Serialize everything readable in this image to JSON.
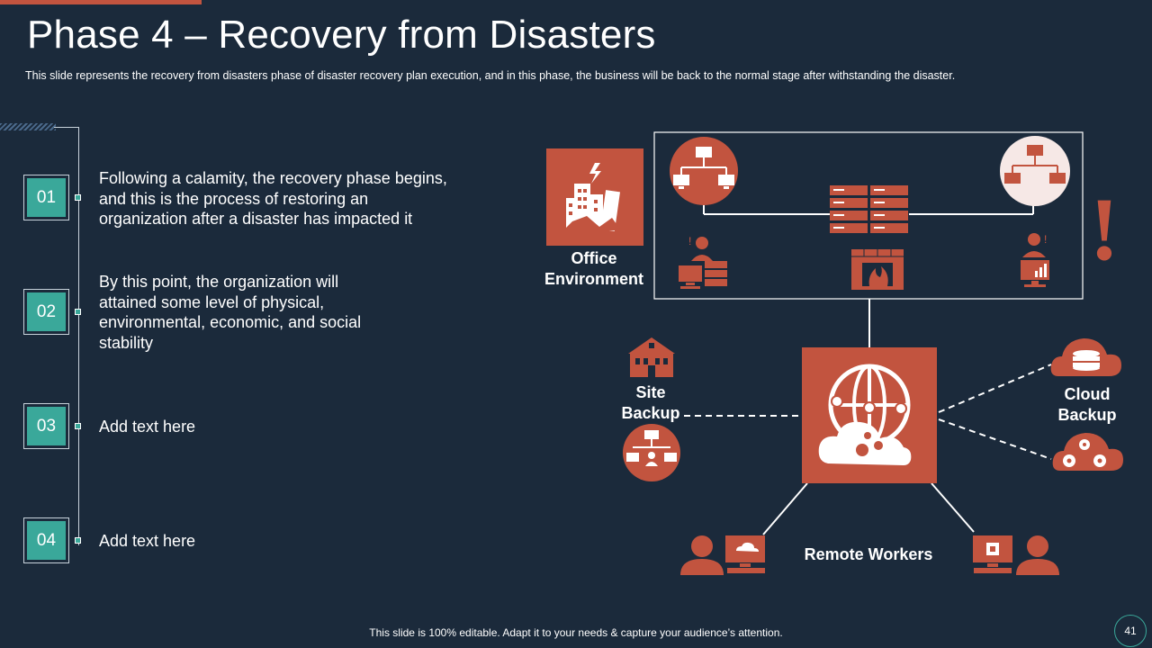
{
  "title": "Phase 4 – Recovery from Disasters",
  "subtitle": "This slide represents the recovery  from disasters phase of disaster recovery  plan execution, and in this phase, the business will be back to the normal stage after withstanding the disaster.",
  "steps": [
    {
      "number": "01",
      "text": "Following a calamity, the recovery phase begins, and this is the process of restoring an organization after a disaster has impacted it"
    },
    {
      "number": "02",
      "text": "By this point, the organization will attained some level of physical, environmental, economic, and social stability"
    },
    {
      "number": "03",
      "text": "Add text here"
    },
    {
      "number": "04",
      "text": "Add text here"
    }
  ],
  "diagram": {
    "office_label": [
      "Office",
      "Environment"
    ],
    "site_label": [
      "Site",
      "Backup"
    ],
    "cloud_label": [
      "Cloud",
      "Backup"
    ],
    "remote_label": "Remote Workers",
    "exclamation": "!"
  },
  "footer": "This slide is 100% editable. Adapt it to your needs & capture your audience’s attention.",
  "page_number": "41",
  "colors": {
    "background": "#1b2a3b",
    "accent": "#c2543f",
    "teal": "#3aa89a"
  }
}
